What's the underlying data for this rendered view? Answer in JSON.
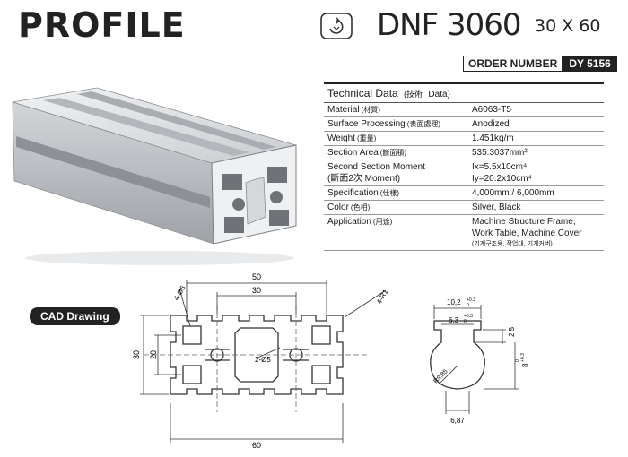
{
  "header": {
    "title": "PROFILE",
    "model": "DNF 3060",
    "model_size": "30 X 60",
    "order_label": "ORDER NUMBER",
    "order_value": "DY 5156"
  },
  "tech": {
    "title": "Technical Data",
    "title_ko": "(技術",
    "title_en": "Data)",
    "rows": [
      {
        "k": "Material",
        "kr": "(材質)",
        "v": "A6063-T5"
      },
      {
        "k": "Surface Processing",
        "kr": "(表面處理)",
        "v": "Anodized"
      },
      {
        "k": "Weight",
        "kr": "(重量)",
        "v": "1.451kg/m"
      },
      {
        "k": "Section Area",
        "kr": "(斷面積)",
        "v": "535.3037mm²"
      },
      {
        "k": "Second Section Moment",
        "k2": "(斷面2次 Moment)",
        "v": "Ix=5.5x10cm⁴",
        "v2": "Iy=20.2x10cm⁴"
      },
      {
        "k": "Specification",
        "kr": "(仕樣)",
        "v": "4,000mm / 6,000mm"
      },
      {
        "k": "Color",
        "kr": "(色相)",
        "v": "Silver, Black"
      },
      {
        "k": "Application",
        "kr": "(用途)",
        "v": "Machine Structure Frame,",
        "v2": "Work Table, Machine Cover",
        "note": "(기계구조용, 작업대, 기계커버)"
      }
    ]
  },
  "cad": {
    "label": "CAD Drawing",
    "dim_50": "50",
    "dim_30_top": "30",
    "dim_30_side": "30",
    "dim_20": "20",
    "dim_60": "60",
    "hole": "4-Ø6",
    "radius": "4-R1",
    "center_hole": "2-Ø5"
  },
  "slot": {
    "w_top": "10,2",
    "w_top_tol": "+0.3",
    "w_top_tol2": "0",
    "w_mid": "6,3",
    "w_mid_tol": "+0.3",
    "w_mid_tol2": "0",
    "h_lip": "2,5",
    "h_depth": "8",
    "h_depth_tol": "+0.3",
    "h_depth_tol2": "0",
    "radius": "R9,85",
    "w_bottom": "6,87"
  },
  "colors": {
    "profile_light": "#e4e6e8",
    "profile_mid": "#b9bcc0",
    "profile_dark": "#7d8085",
    "drawing": "#333333"
  }
}
